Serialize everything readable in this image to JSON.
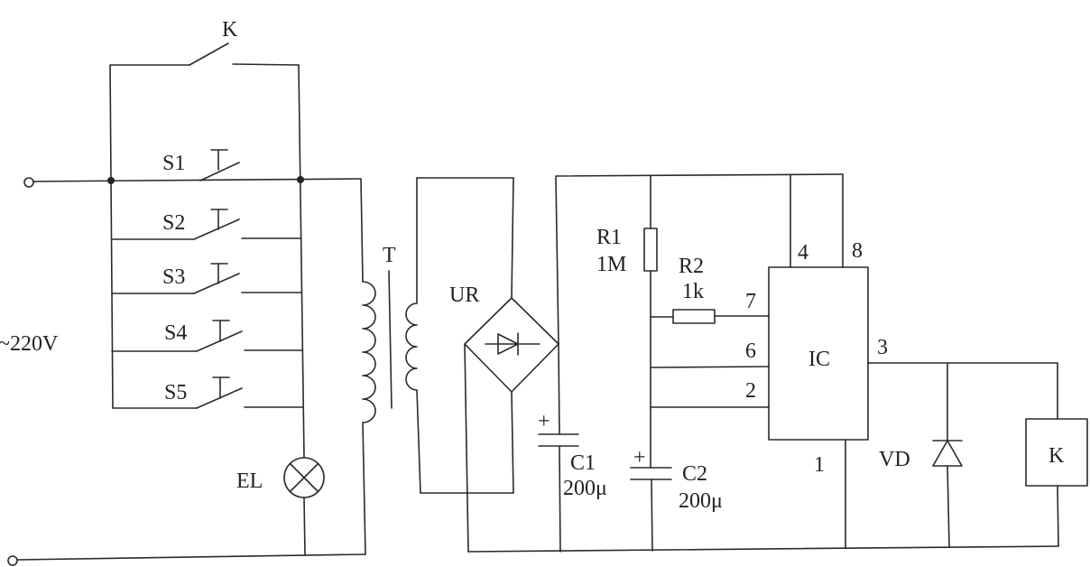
{
  "labels": {
    "K_switch": "K",
    "S1": "S1",
    "S2": "S2",
    "S3": "S3",
    "S4": "S4",
    "S5": "S5",
    "voltage": "~220V",
    "lamp": "EL",
    "transformer": "T",
    "rectifier": "UR",
    "R1_name": "R1",
    "R1_value": "1M",
    "R2_name": "R2",
    "R2_value": "1k",
    "C1_name": "C1",
    "C1_value": "200μ",
    "C2_name": "C2",
    "C2_value": "200μ",
    "ic": "IC",
    "pin4": "4",
    "pin8": "8",
    "pin7": "7",
    "pin6": "6",
    "pin2": "2",
    "pin3": "3",
    "pin1": "1",
    "diode": "VD",
    "relay": "K",
    "c1_plus": "+",
    "c2_plus": "+"
  }
}
